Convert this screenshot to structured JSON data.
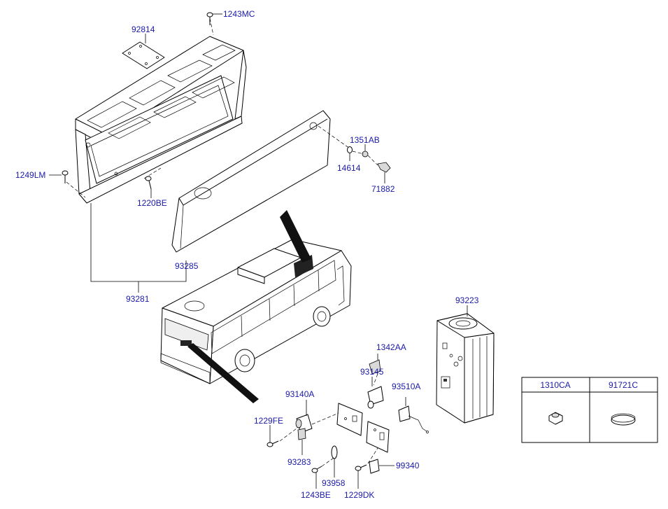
{
  "labels": {
    "p92814": "92814",
    "p1243MC": "1243MC",
    "p1249LM": "1249LM",
    "p1220BE": "1220BE",
    "p1351AB": "1351AB",
    "p14614": "14614",
    "p71882": "71882",
    "p93285": "93285",
    "p93281": "93281",
    "p93223": "93223",
    "p1342AA": "1342AA",
    "p93145": "93145",
    "p93510A": "93510A",
    "p93140A": "93140A",
    "p1229FE": "1229FE",
    "p93283": "93283",
    "p99340": "99340",
    "p93958": "93958",
    "p1243BE": "1243BE",
    "p1229DK": "1229DK"
  },
  "table": {
    "col1": "1310CA",
    "col2": "91721C"
  },
  "colors": {
    "label": "#1a1aa8",
    "line": "#000000"
  }
}
